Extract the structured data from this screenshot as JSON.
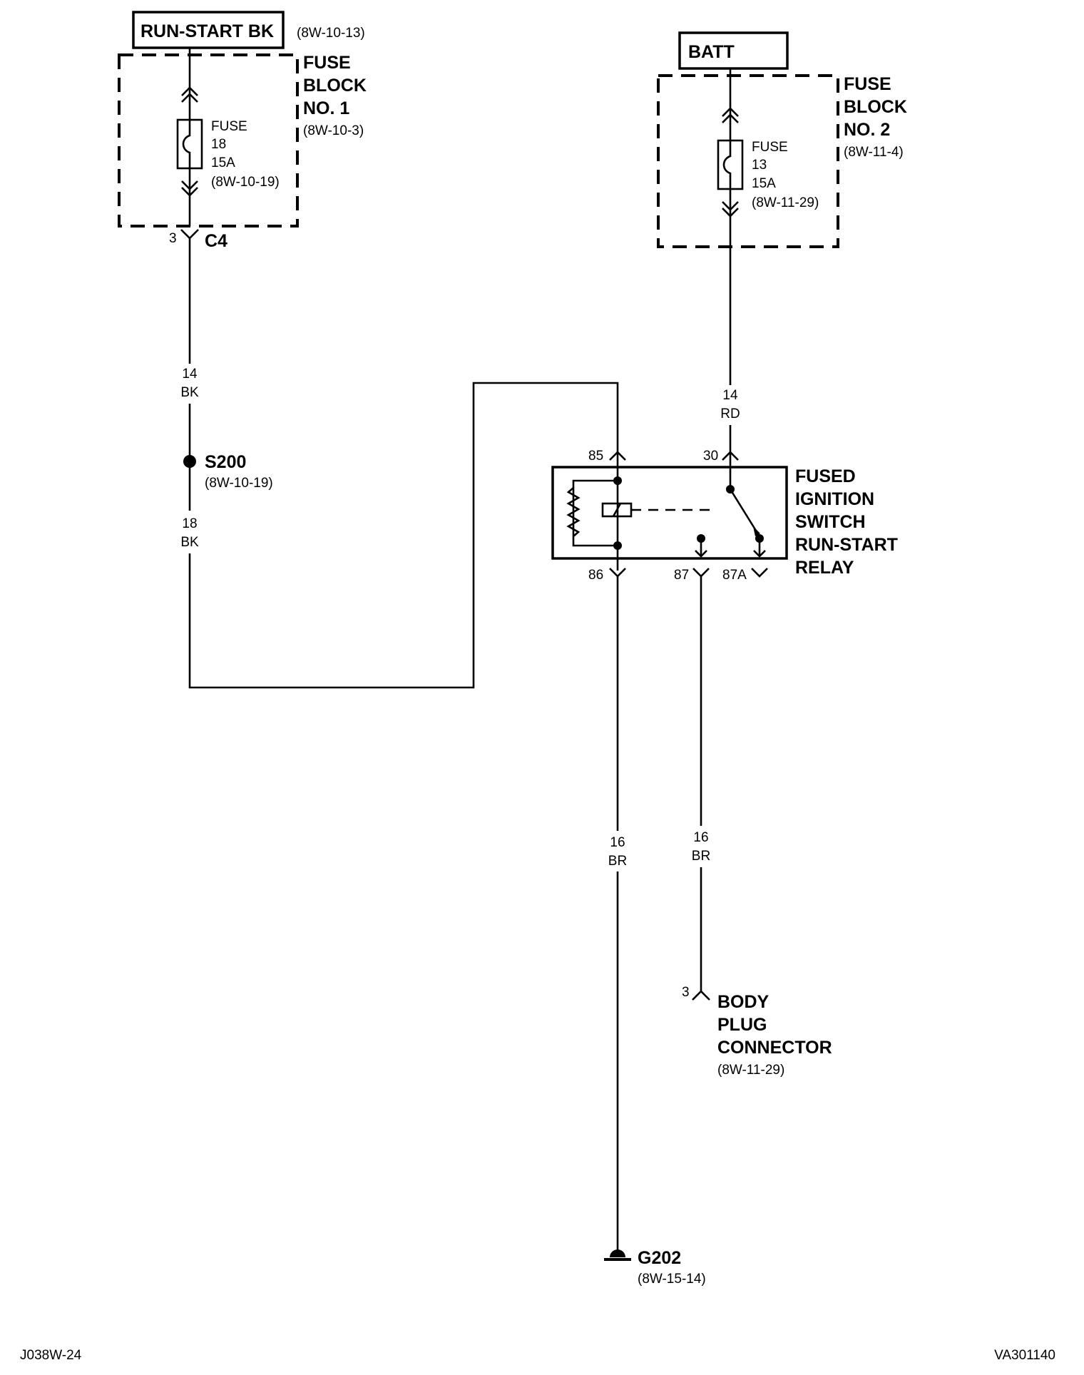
{
  "run_start_bk": {
    "label": "RUN-START BK",
    "ref": "(8W-10-13)"
  },
  "fuse_block_1": {
    "line1": "FUSE",
    "line2": "BLOCK",
    "line3": "NO. 1",
    "ref": "(8W-10-3)"
  },
  "fuse_18": {
    "line1": "FUSE",
    "line2": "18",
    "line3": "15A",
    "ref": "(8W-10-19)"
  },
  "c4": {
    "pin": "3",
    "label": "C4"
  },
  "wire_14bk": {
    "gauge": "14",
    "color": "BK"
  },
  "s200": {
    "label": "S200",
    "ref": "(8W-10-19)"
  },
  "wire_18bk": {
    "gauge": "18",
    "color": "BK"
  },
  "batt": {
    "label": "BATT"
  },
  "fuse_block_2": {
    "line1": "FUSE",
    "line2": "BLOCK",
    "line3": "NO. 2",
    "ref": "(8W-11-4)"
  },
  "fuse_13": {
    "line1": "FUSE",
    "line2": "13",
    "line3": "15A",
    "ref": "(8W-11-29)"
  },
  "wire_14rd": {
    "gauge": "14",
    "color": "RD"
  },
  "relay": {
    "line1": "FUSED",
    "line2": "IGNITION",
    "line3": "SWITCH",
    "line4": "RUN-START",
    "line5": "RELAY",
    "pin85": "85",
    "pin30": "30",
    "pin86": "86",
    "pin87": "87",
    "pin87a": "87A"
  },
  "wire_16br_a": {
    "gauge": "16",
    "color": "BR"
  },
  "wire_16br_b": {
    "gauge": "16",
    "color": "BR"
  },
  "body_plug": {
    "pin": "3",
    "line1": "BODY",
    "line2": "PLUG",
    "line3": "CONNECTOR",
    "ref": "(8W-11-29)"
  },
  "g202": {
    "label": "G202",
    "ref": "(8W-15-14)"
  },
  "footer": {
    "left": "J038W-24",
    "right": "VA301140"
  }
}
